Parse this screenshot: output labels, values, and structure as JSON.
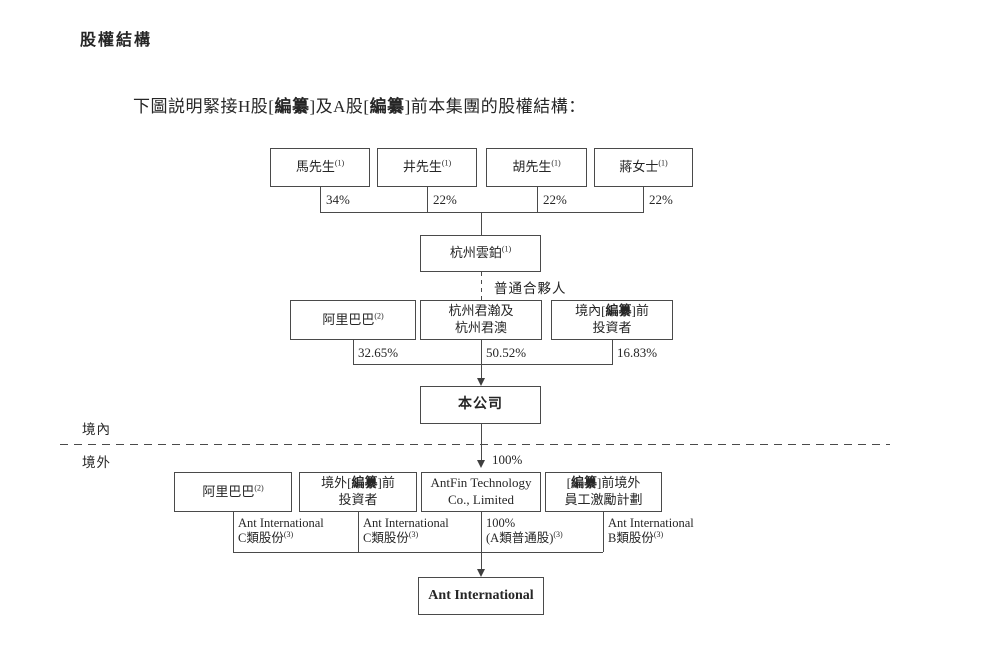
{
  "page": {
    "heading": "股權結構",
    "intro": [
      {
        "t": "下圖説明緊接H股["
      },
      {
        "t": "編纂",
        "b": true
      },
      {
        "t": "]及A股["
      },
      {
        "t": "編纂",
        "b": true
      },
      {
        "t": "]前本集團的股權結構："
      }
    ]
  },
  "diagram": {
    "tier_individuals": {
      "boxes": [
        {
          "name": "馬先生",
          "note": "(1)",
          "pct": "34%"
        },
        {
          "name": "井先生",
          "note": "(1)",
          "pct": "22%"
        },
        {
          "name": "胡先生",
          "note": "(1)",
          "pct": "22%"
        },
        {
          "name": "蔣女士",
          "note": "(1)",
          "pct": "22%"
        }
      ]
    },
    "gp": {
      "lines": [
        [
          {
            "t": "杭州雲鉑"
          },
          {
            "t": "(1)",
            "sup": true
          }
        ]
      ],
      "role": "普通合夥人"
    },
    "tier_onshore": {
      "boxes": [
        {
          "lines": [
            [
              {
                "t": "阿里巴巴"
              },
              {
                "t": "(2)",
                "sup": true
              }
            ]
          ],
          "pct": "32.65%"
        },
        {
          "lines": [
            [
              {
                "t": "杭州君瀚及"
              }
            ],
            [
              {
                "t": "杭州君澳"
              }
            ]
          ],
          "pct": "50.52%"
        },
        {
          "lines": [
            [
              {
                "t": "境內["
              },
              {
                "t": "編纂",
                "b": true
              },
              {
                "t": "]前"
              }
            ],
            [
              {
                "t": "投資者"
              }
            ]
          ],
          "pct": "16.83%"
        }
      ]
    },
    "company": "本公司",
    "regions": {
      "onshore": "境內",
      "offshore": "境外"
    },
    "company_holding_pct": "100%",
    "tier_offshore": {
      "boxes": [
        {
          "lines": [
            [
              {
                "t": "阿里巴巴"
              },
              {
                "t": "(2)",
                "sup": true
              }
            ]
          ],
          "share": [
            [
              {
                "t": "Ant International"
              }
            ],
            [
              {
                "t": "C類股份"
              },
              {
                "t": "(3)",
                "sup": true
              }
            ]
          ]
        },
        {
          "lines": [
            [
              {
                "t": "境外["
              },
              {
                "t": "編纂",
                "b": true
              },
              {
                "t": "]前"
              }
            ],
            [
              {
                "t": "投資者"
              }
            ]
          ],
          "share": [
            [
              {
                "t": "Ant International"
              }
            ],
            [
              {
                "t": "C類股份"
              },
              {
                "t": "(3)",
                "sup": true
              }
            ]
          ]
        },
        {
          "lines": [
            [
              {
                "t": "AntFin Technology"
              }
            ],
            [
              {
                "t": "Co., Limited"
              }
            ]
          ],
          "share": [
            [
              {
                "t": "100%"
              }
            ],
            [
              {
                "t": "(A類普通股)"
              },
              {
                "t": "(3)",
                "sup": true
              }
            ]
          ]
        },
        {
          "lines": [
            [
              {
                "t": "["
              },
              {
                "t": "編纂",
                "b": true
              },
              {
                "t": "]前境外"
              }
            ],
            [
              {
                "t": "員工激勵計劃"
              }
            ]
          ],
          "share": [
            [
              {
                "t": "Ant International"
              }
            ],
            [
              {
                "t": "B類股份"
              },
              {
                "t": "(3)",
                "sup": true
              }
            ]
          ]
        }
      ]
    },
    "subsidiary": "Ant International"
  }
}
